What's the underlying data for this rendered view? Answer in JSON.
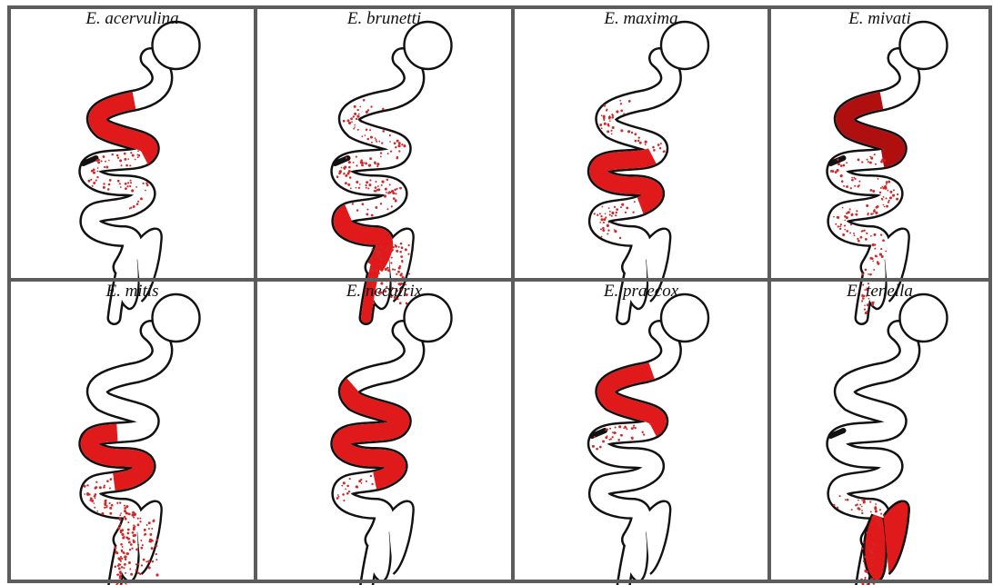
{
  "colors": {
    "divider": "#5c5c5c",
    "outline": "#111111",
    "heavy_fill": "#e01a1a",
    "dark_fill": "#b00f0f",
    "speckle": "#d22828",
    "background": "#ffffff"
  },
  "panels": [
    {
      "label": "E. acervulina",
      "regions": [
        {
          "from": 0.14,
          "to": 0.4,
          "style": "heavy"
        },
        {
          "from": 0.4,
          "to": 0.72,
          "style": "speckle"
        }
      ]
    },
    {
      "label": "E. brunetti",
      "regions": [
        {
          "from": 0.16,
          "to": 0.78,
          "style": "speckle"
        },
        {
          "from": 0.8,
          "to": 1.0,
          "style": "heavy"
        },
        {
          "from": 0.0,
          "to": 1.0,
          "style": "ceca-speckle"
        }
      ]
    },
    {
      "label": "E. maxima",
      "regions": [
        {
          "from": 0.18,
          "to": 0.4,
          "style": "speckle"
        },
        {
          "from": 0.4,
          "to": 0.72,
          "style": "heavy"
        },
        {
          "from": 0.72,
          "to": 0.9,
          "style": "speckle"
        }
      ]
    },
    {
      "label": "E. mivati",
      "regions": [
        {
          "from": 0.14,
          "to": 0.42,
          "style": "dark"
        },
        {
          "from": 0.42,
          "to": 1.0,
          "style": "speckle"
        }
      ]
    },
    {
      "label": "E. mitis",
      "regions": [
        {
          "from": 0.46,
          "to": 0.76,
          "style": "heavy"
        },
        {
          "from": 0.76,
          "to": 1.0,
          "style": "speckle"
        },
        {
          "from": 0.0,
          "to": 1.0,
          "style": "ceca-speckle"
        }
      ]
    },
    {
      "label": "E. necatrix",
      "regions": [
        {
          "from": 0.22,
          "to": 0.74,
          "style": "heavy"
        },
        {
          "from": 0.74,
          "to": 0.84,
          "style": "speckle"
        }
      ]
    },
    {
      "label": "E. praecox",
      "regions": [
        {
          "from": 0.12,
          "to": 0.4,
          "style": "heavy"
        },
        {
          "from": 0.4,
          "to": 0.56,
          "style": "speckle"
        }
      ]
    },
    {
      "label": "E. tenella",
      "regions": [
        {
          "from": 0.0,
          "to": 1.0,
          "style": "ceca-heavy"
        },
        {
          "from": 0.84,
          "to": 1.0,
          "style": "speckle"
        }
      ]
    }
  ]
}
